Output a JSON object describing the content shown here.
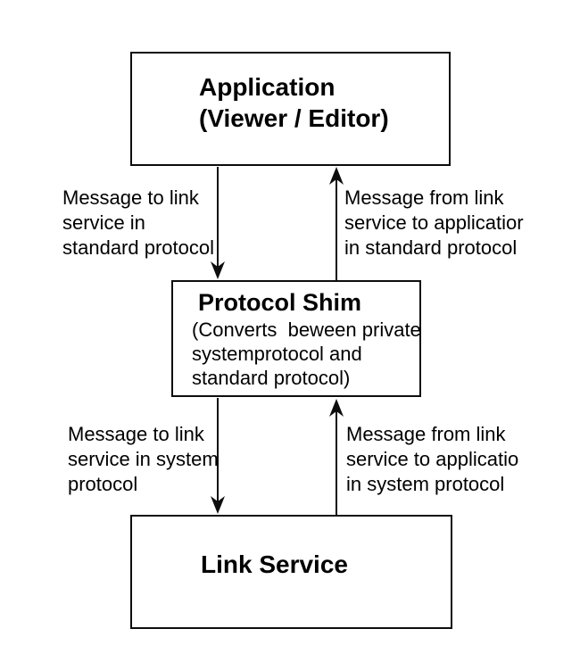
{
  "diagram": {
    "colors": {
      "background": "#ffffff",
      "line": "#0d0d0d",
      "text": "#000000"
    },
    "app_box": {
      "lines": [
        "Application",
        "(Viewer / Editor)"
      ]
    },
    "shim_box": {
      "title": "Protocol Shim",
      "lines": [
        "(Converts  beween private",
        "systemprotocol and",
        "standard protocol)"
      ]
    },
    "link_box": {
      "title": "Link Service"
    },
    "arrows": [
      {
        "name": "app-to-shim",
        "direction": "down",
        "label_lines": [
          "Message to link",
          "service in",
          "standard protocol"
        ]
      },
      {
        "name": "shim-to-app",
        "direction": "up",
        "label_lines": [
          "Message from link",
          "service to applicatior",
          "in standard protocol"
        ]
      },
      {
        "name": "shim-to-link",
        "direction": "down",
        "label_lines": [
          "Message to link",
          "service in system",
          "protocol"
        ]
      },
      {
        "name": "link-to-shim",
        "direction": "up",
        "label_lines": [
          "Message from link",
          "service to applicatio",
          "in system protocol"
        ]
      }
    ]
  }
}
